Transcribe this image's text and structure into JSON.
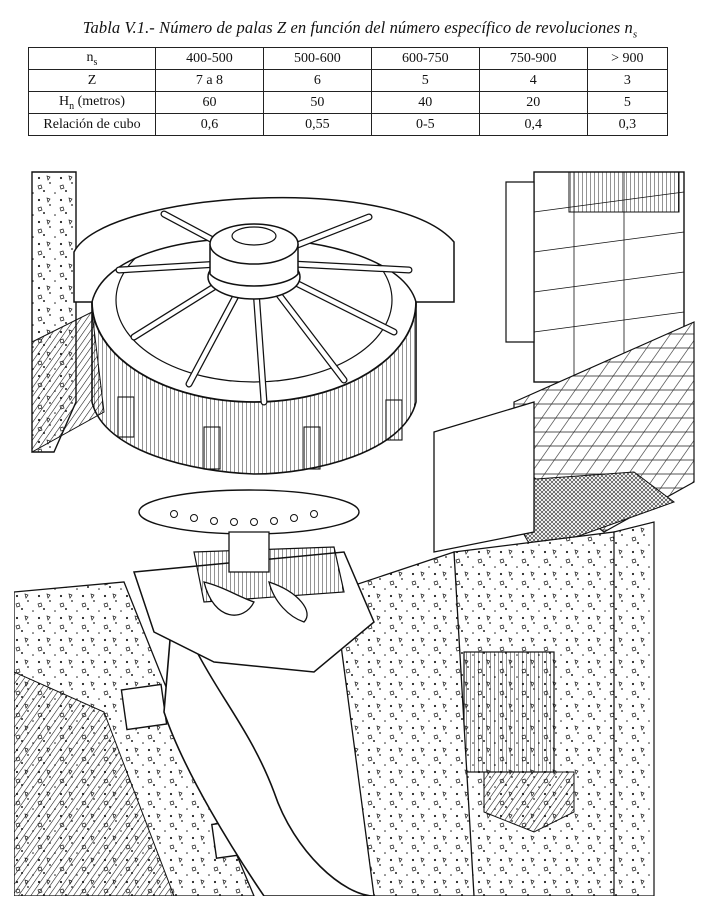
{
  "caption": {
    "text": "Tabla V.1.- Número de palas Z en función del número específico de revoluciones n",
    "subscript": "s"
  },
  "table": {
    "header": {
      "label": "n",
      "label_sub": "s",
      "cells": [
        "400-500",
        "500-600",
        "600-750",
        "750-900",
        "> 900"
      ]
    },
    "rows": [
      {
        "label": "Z",
        "label_sub": "",
        "label_tail": "",
        "cells": [
          "7 a 8",
          "6",
          "5",
          "4",
          "3"
        ]
      },
      {
        "label": "H",
        "label_sub": "n",
        "label_tail": " (metros)",
        "cells": [
          "60",
          "50",
          "40",
          "20",
          "5"
        ]
      },
      {
        "label": "Relación de cubo",
        "label_sub": "",
        "label_tail": "",
        "cells": [
          "0,6",
          "0,55",
          "0-5",
          "0,4",
          "0,3"
        ]
      }
    ]
  },
  "figure": {
    "kind": "cutaway-illustration",
    "subject": "turbine-generator-unit"
  }
}
